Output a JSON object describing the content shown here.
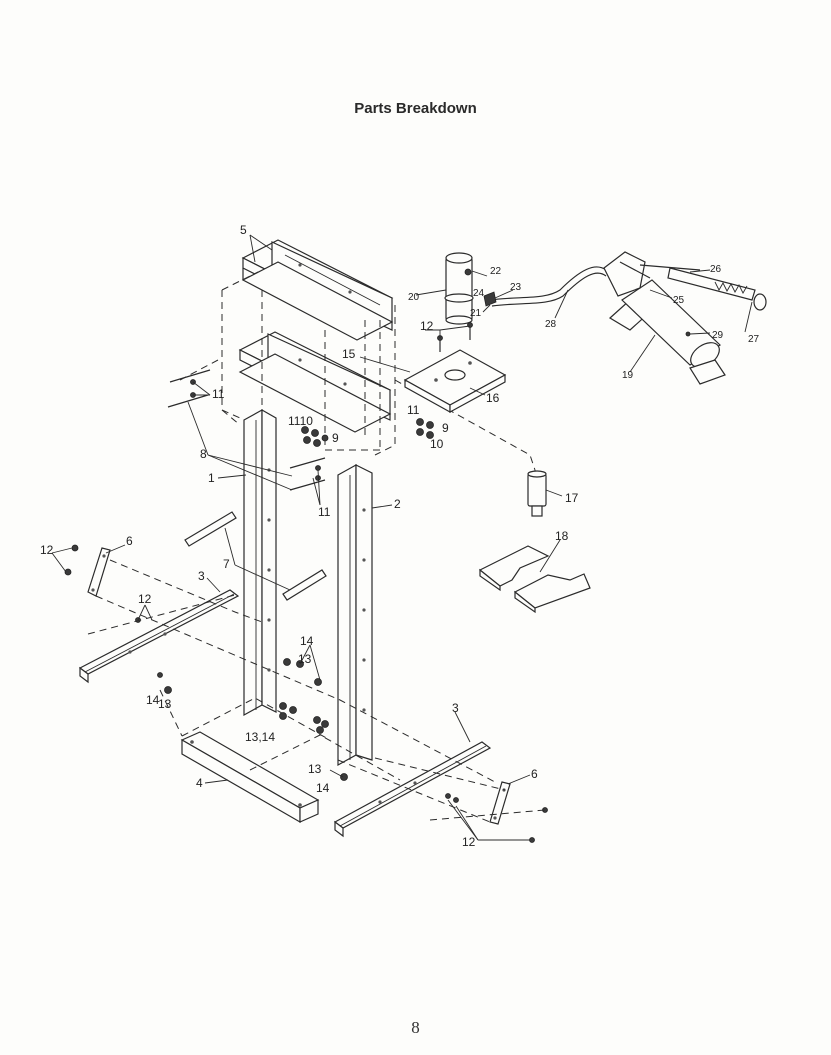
{
  "page": {
    "title": "Parts Breakdown",
    "page_number": "8"
  },
  "callouts": {
    "c5": "5",
    "c20": "20",
    "c22": "22",
    "c24": "24",
    "c23": "23",
    "c21": "21",
    "c26": "26",
    "c25": "25",
    "c27": "27",
    "c28": "28",
    "c29": "29",
    "c19": "19",
    "c12a": "12",
    "c15": "15",
    "c16": "16",
    "c11a": "11",
    "c1110": "1110",
    "c9a": "9",
    "c11b": "11",
    "c9b": "9",
    "c10": "10",
    "c8": "8",
    "c1": "1",
    "c11c": "11",
    "c2": "2",
    "c17": "17",
    "c12b": "12",
    "c6a": "6",
    "c7": "7",
    "c3a": "3",
    "c18": "18",
    "c12c": "12",
    "c14a": "14",
    "c13a": "13",
    "c14b": "14",
    "c13b": "13",
    "c1314": "13,14",
    "c3b": "3",
    "c13c": "13",
    "c14c": "14",
    "c4": "4",
    "c6b": "6",
    "c12d": "12"
  }
}
